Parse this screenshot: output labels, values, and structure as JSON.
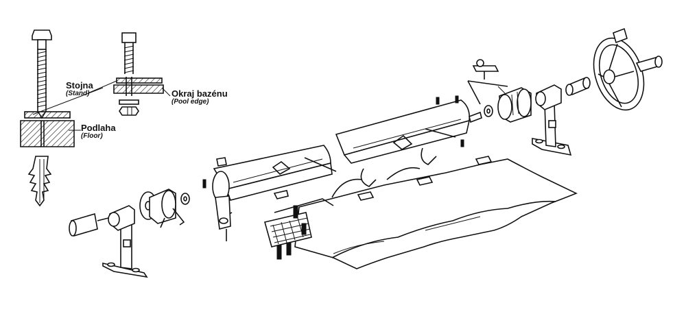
{
  "labels": {
    "stand": {
      "main": "Stojna",
      "sub": "(Stand)"
    },
    "pool_edge": {
      "main": "Okraj bazénu",
      "sub": "(Pool edge)"
    },
    "floor": {
      "main": "Podlaha",
      "sub": "(Floor)"
    }
  },
  "colors": {
    "ink": "#111111",
    "paper": "#ffffff"
  }
}
